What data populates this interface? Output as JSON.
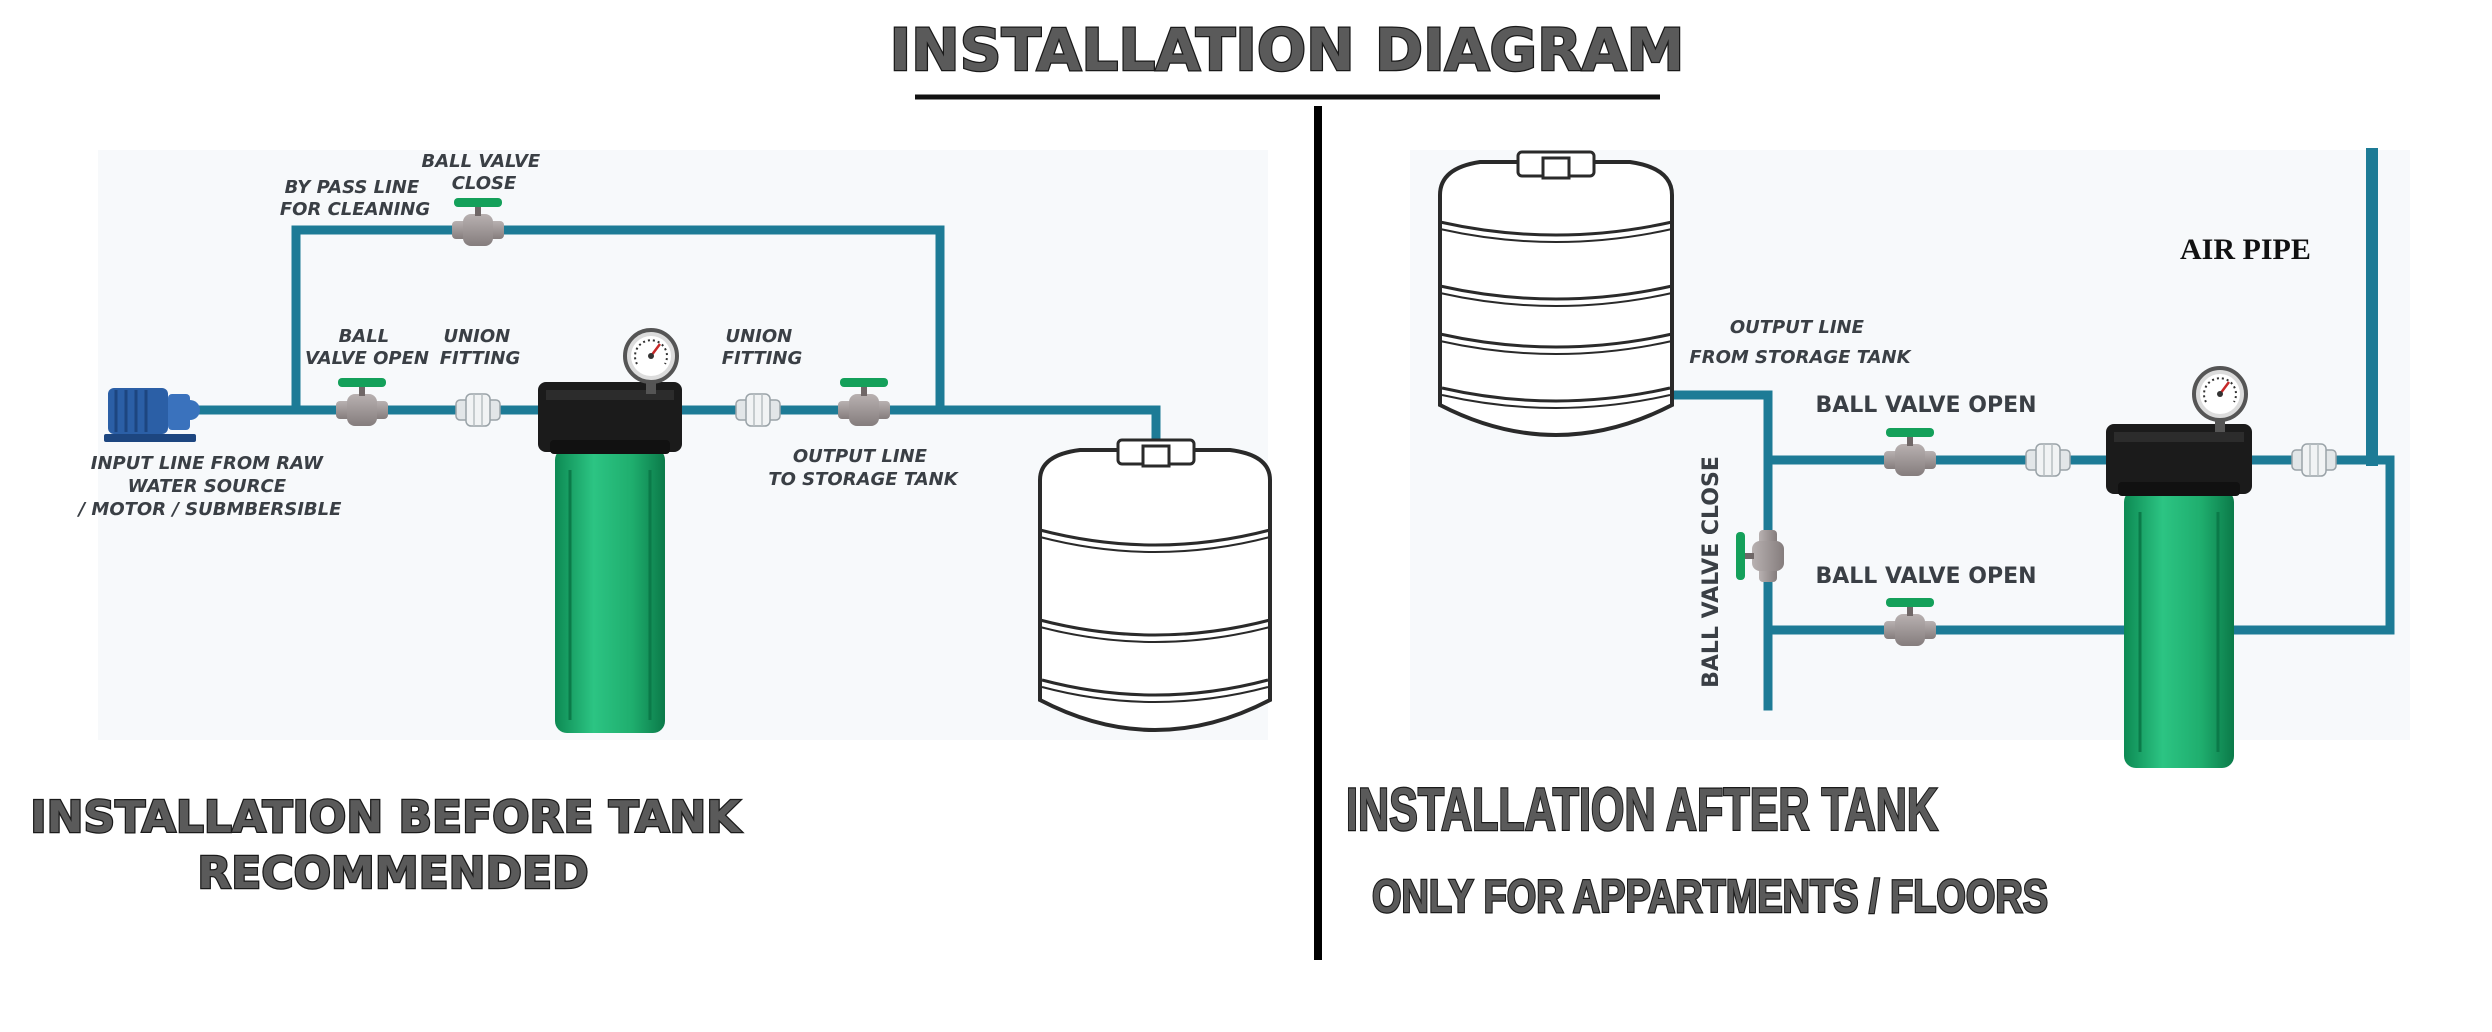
{
  "title": "INSTALLATION DIAGRAM",
  "left_panel": {
    "label_bypass_line": [
      "BY PASS LINE",
      "FOR CLEANING"
    ],
    "label_ball_valve_close": [
      "BALL VALVE",
      "CLOSE"
    ],
    "label_ball_valve_open": [
      "BALL",
      "VALVE OPEN"
    ],
    "label_union_fitting_1": [
      "UNION",
      "FITTING"
    ],
    "label_union_fitting_2": [
      "UNION",
      "FITTING"
    ],
    "label_input_line": [
      "INPUT LINE FROM RAW",
      "WATER SOURCE",
      "/ MOTOR / SUBMBERSIBLE"
    ],
    "label_output_line": [
      "OUTPUT LINE",
      "TO STORAGE TANK"
    ],
    "caption": [
      "INSTALLATION BEFORE TANK",
      "RECOMMENDED"
    ]
  },
  "right_panel": {
    "label_air_pipe": "AIR PIPE",
    "label_output_line": [
      "OUTPUT LINE",
      "FROM STORAGE TANK"
    ],
    "label_ball_valve_open_1": "BALL VALVE OPEN",
    "label_ball_valve_open_2": "BALL VALVE OPEN",
    "label_ball_valve_close": "BALL VALVE CLOSE",
    "caption": [
      "INSTALLATION AFTER TANK",
      "ONLY FOR APPARTMENTS / FLOORS"
    ]
  },
  "colors": {
    "pipe": "#1d7b96",
    "pipe_light": "#35a3c2",
    "filter_green": "#1fae6e",
    "filter_dark": "#0d8a53",
    "cap_black": "#1b1b1b",
    "valve_grey": "#9c9494",
    "valve_handle": "#14a05a",
    "motor_blue": "#2b5fa6",
    "tank_outline": "#2a2a2a"
  }
}
